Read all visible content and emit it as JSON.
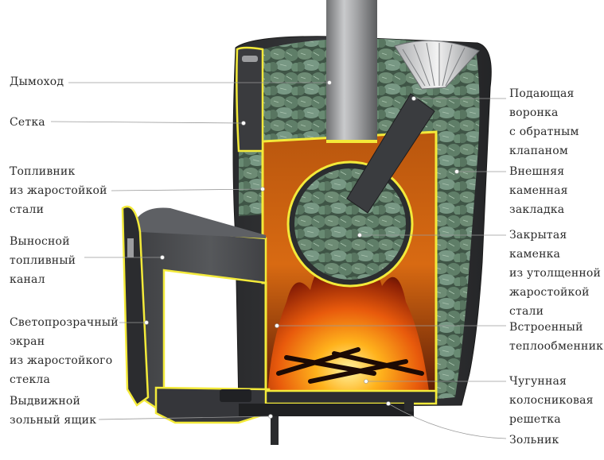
{
  "colors": {
    "stove_body": "#2e2f31",
    "accent_yellow": "#f3ea3a",
    "stone": "#5d7a64",
    "flame": "#f07a12",
    "pipe": "#9c9d9f"
  },
  "labels_left": [
    {
      "id": "chimney",
      "lines": [
        "Дымоход"
      ]
    },
    {
      "id": "mesh",
      "lines": [
        "Сетка"
      ]
    },
    {
      "id": "firebox",
      "lines": [
        "Топливник",
        "из жаростойкой",
        "стали"
      ]
    },
    {
      "id": "fuel-channel",
      "lines": [
        "Выносной",
        "топливный",
        "канал"
      ]
    },
    {
      "id": "glass-screen",
      "lines": [
        "Светопрозрачный",
        "экран",
        "из жаростойкого",
        "стекла"
      ]
    },
    {
      "id": "ash-drawer",
      "lines": [
        "Выдвижной",
        "зольный ящик"
      ]
    }
  ],
  "labels_right": [
    {
      "id": "funnel",
      "lines": [
        "Подающая",
        "воронка",
        "с обратным",
        "клапаном"
      ]
    },
    {
      "id": "outer-stones",
      "lines": [
        "Внешняя",
        "каменная",
        "закладка"
      ]
    },
    {
      "id": "closed-heater",
      "lines": [
        "Закрытая",
        "каменка",
        "из утолщенной",
        "жаростойкой",
        "стали"
      ]
    },
    {
      "id": "heat-exchanger",
      "lines": [
        "Встроенный",
        "теплообменник"
      ]
    },
    {
      "id": "grate",
      "lines": [
        "Чугунная",
        "колосниковая",
        "решетка"
      ]
    },
    {
      "id": "ash-pit",
      "lines": [
        "Зольник"
      ]
    }
  ]
}
